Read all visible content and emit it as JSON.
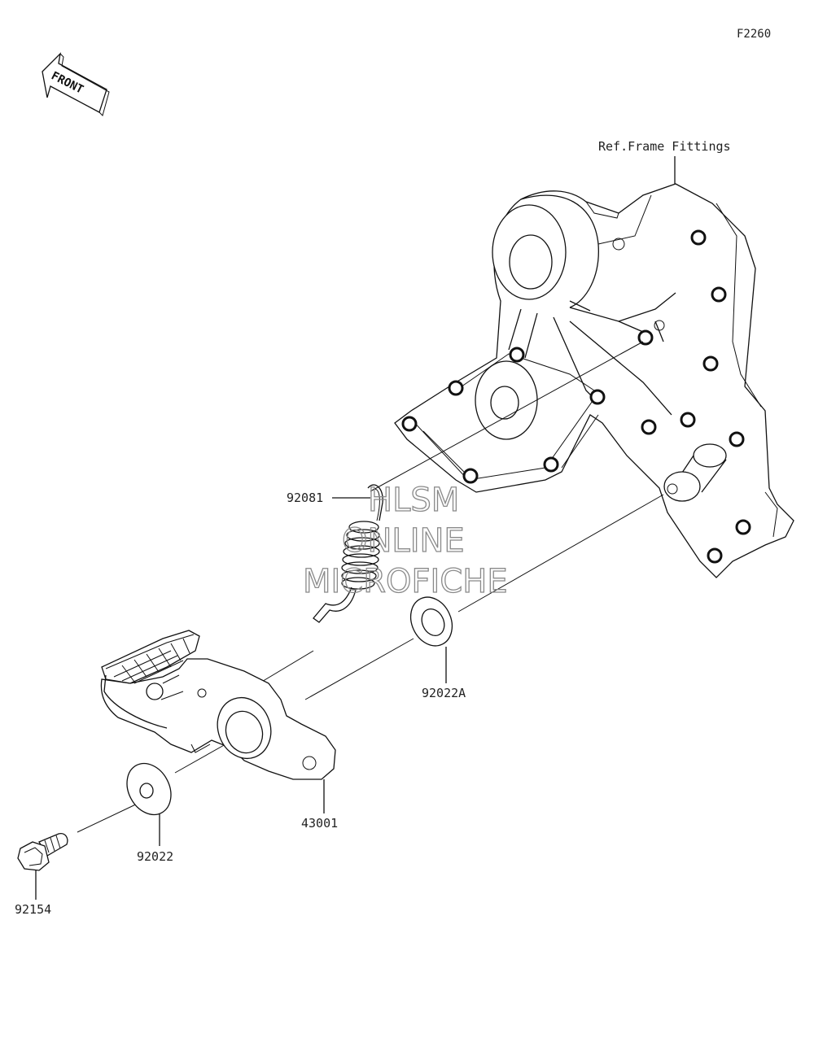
{
  "figure_code": "F2260",
  "front_arrow_label": "FRONT",
  "reference_label": "Ref.Frame Fittings",
  "parts": [
    {
      "id": "part-92081",
      "number": "92081"
    },
    {
      "id": "part-92022a",
      "number": "92022A"
    },
    {
      "id": "part-43001",
      "number": "43001"
    },
    {
      "id": "part-92022",
      "number": "92022"
    },
    {
      "id": "part-92154",
      "number": "92154"
    }
  ],
  "watermark": {
    "line1": "HLSM",
    "line2": "ONLINE",
    "line3": "MICROFICHE"
  }
}
